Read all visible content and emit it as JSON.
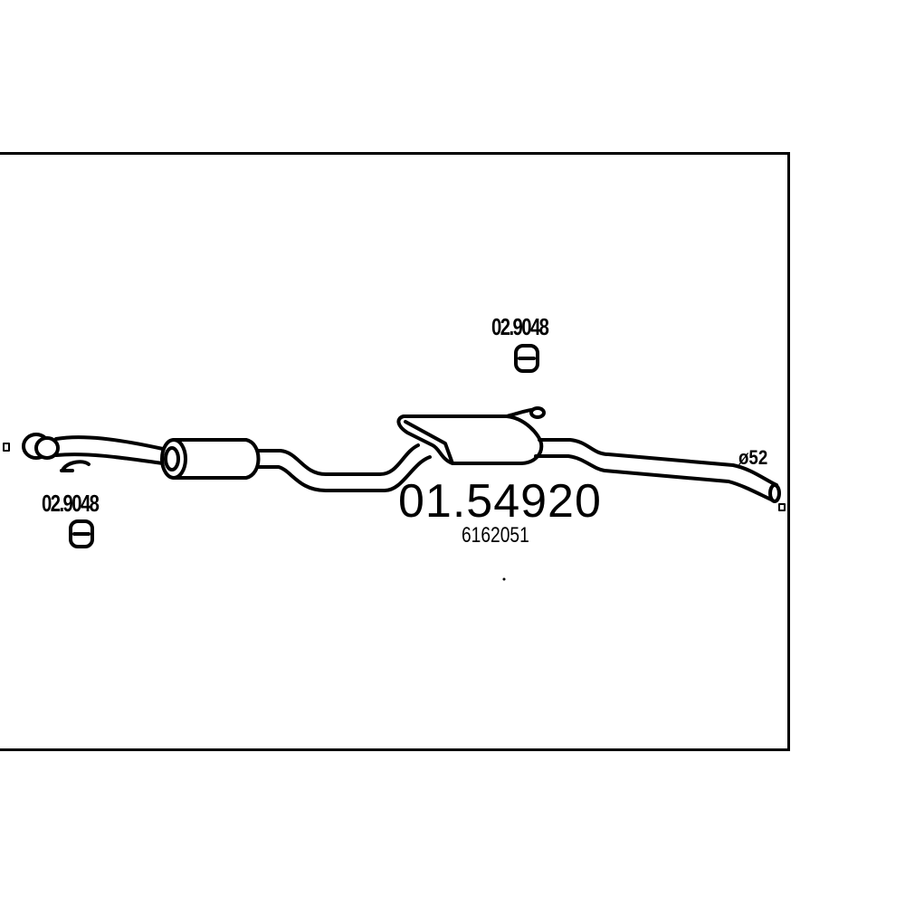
{
  "diagram": {
    "part_number": "01.54920",
    "oe_number": "6162051",
    "hanger_top_label": "02.9048",
    "hanger_left_label": "02.9048",
    "diameter_label": "ø52"
  },
  "colors": {
    "line": "#000000",
    "background": "#ffffff"
  }
}
